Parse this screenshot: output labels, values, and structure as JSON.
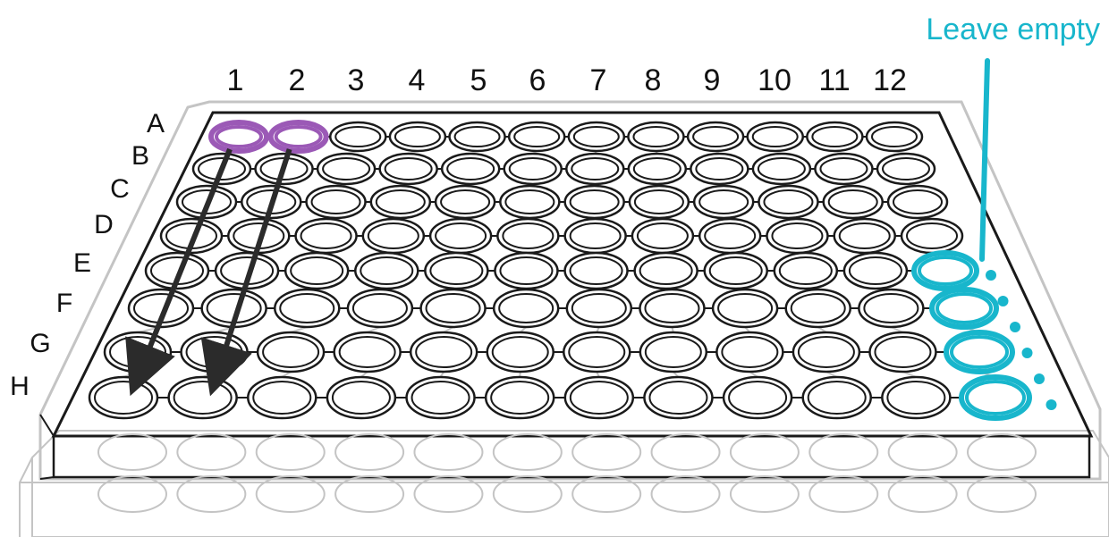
{
  "column_labels": [
    "1",
    "2",
    "3",
    "4",
    "5",
    "6",
    "7",
    "8",
    "9",
    "10",
    "11",
    "12"
  ],
  "row_labels": [
    "A",
    "B",
    "C",
    "D",
    "E",
    "F",
    "G",
    "H"
  ],
  "annotation": {
    "text": "Leave empty",
    "color": "#18b6cc"
  },
  "colors": {
    "outline": "#1a1a1a",
    "ghost": "#c4c4c4",
    "highlight_start": "#9b59b6",
    "highlight_empty": "#18b6cc",
    "arrow": "#2b2b2b"
  },
  "highlighted_wells": {
    "start": [
      "A1",
      "A2"
    ],
    "empty": [
      "E12",
      "F12",
      "G12",
      "H12"
    ]
  },
  "arrows": [
    {
      "from": "A1",
      "to": "H1"
    },
    {
      "from": "A2",
      "to": "H2"
    }
  ]
}
